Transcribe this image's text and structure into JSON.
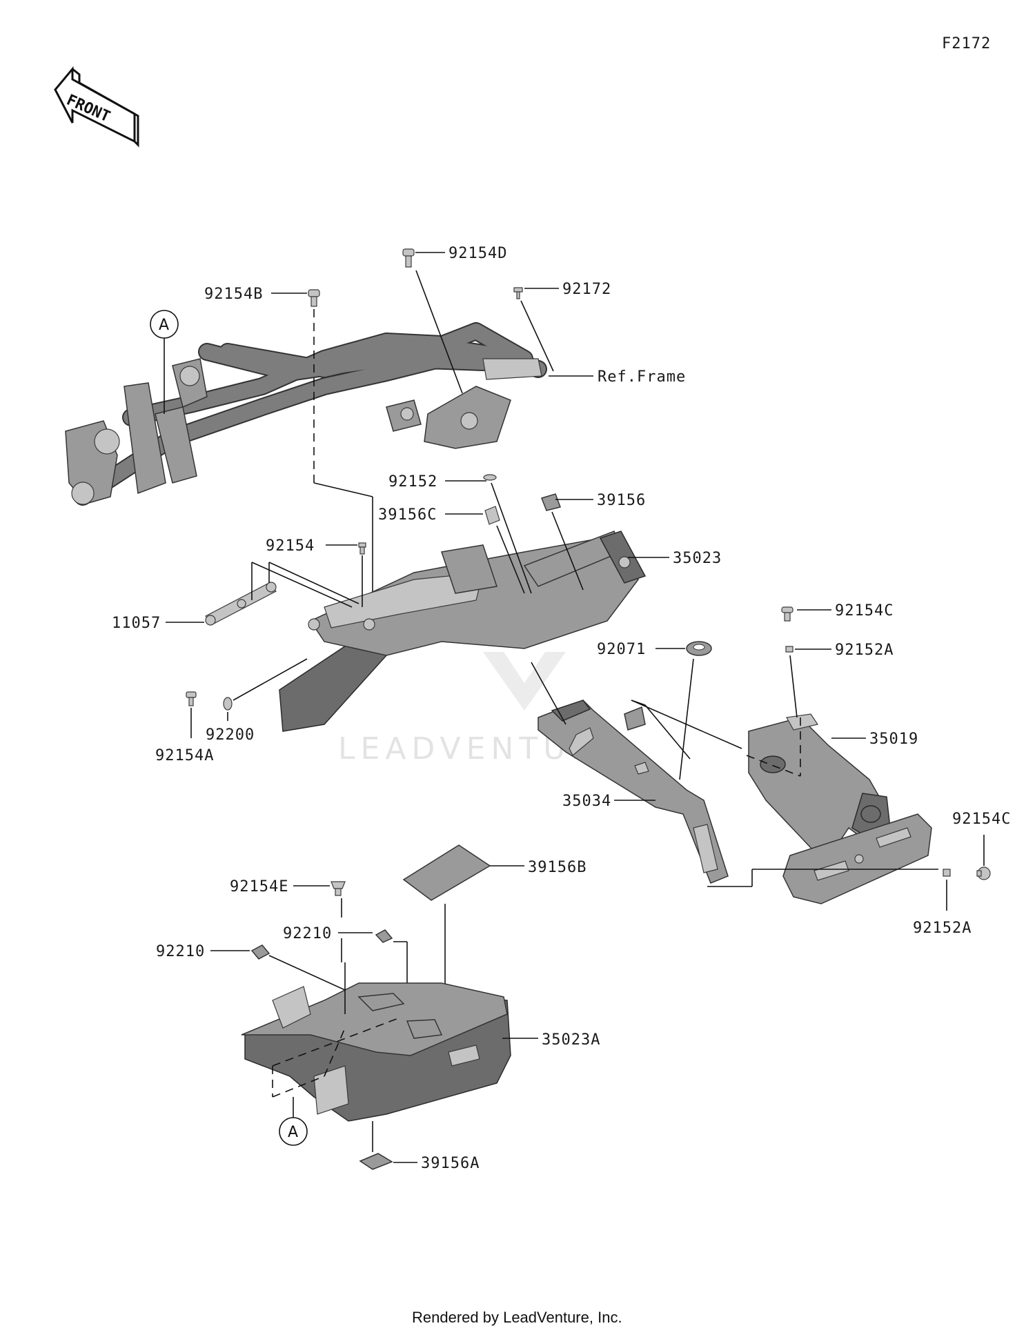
{
  "diagram_id": "F2172",
  "front_label": "FRONT",
  "ref_frame": "Ref.Frame",
  "ref_marker": "A",
  "watermark": "LEADVENTURE",
  "footer": "Rendered by LeadVenture, Inc.",
  "labels": {
    "p92154D": "92154D",
    "p92172": "92172",
    "p92154B": "92154B",
    "p92152": "92152",
    "p39156": "39156",
    "p39156C": "39156C",
    "p92154": "92154",
    "p35023": "35023",
    "p11057": "11057",
    "p92154C_top": "92154C",
    "p92071": "92071",
    "p92152A_top": "92152A",
    "p92200": "92200",
    "p92154A": "92154A",
    "p35019": "35019",
    "p35034": "35034",
    "p92154C_right": "92154C",
    "p39156B": "39156B",
    "p92154E": "92154E",
    "p92210_mid": "92210",
    "p92210_left": "92210",
    "p92152A_bottom": "92152A",
    "p35023A": "35023A",
    "p39156A": "39156A"
  }
}
